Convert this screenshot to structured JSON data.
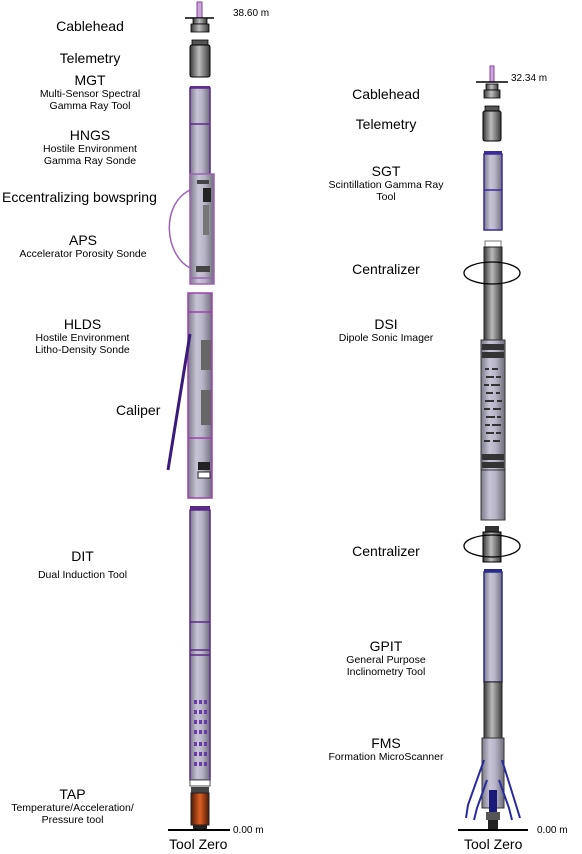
{
  "left_string": {
    "top_depth": "38.60 m",
    "bottom_depth": "0.00 m",
    "footer": "Tool Zero",
    "labels": {
      "cablehead": "Cablehead",
      "telemetry": "Telemetry",
      "mgt_title": "MGT",
      "mgt_desc_1": "Multi-Sensor Spectral",
      "mgt_desc_2": "Gamma Ray Tool",
      "hngs_title": "HNGS",
      "hngs_desc_1": "Hostile Environment",
      "hngs_desc_2": "Gamma Ray Sonde",
      "bowspring": "Eccentralizing bowspring",
      "aps_title": "APS",
      "aps_desc": "Accelerator Porosity Sonde",
      "hlds_title": "HLDS",
      "hlds_desc_1": "Hostile Environment",
      "hlds_desc_2": "Litho-Density Sonde",
      "caliper": "Caliper",
      "dit_title": "DIT",
      "dit_desc": "Dual Induction Tool",
      "tap_title": "TAP",
      "tap_desc_1": "Temperature/Acceleration/",
      "tap_desc_2": "Pressure tool"
    }
  },
  "right_string": {
    "top_depth": "32.34 m",
    "bottom_depth": "0.00 m",
    "footer": "Tool Zero",
    "labels": {
      "cablehead": "Cablehead",
      "telemetry": "Telemetry",
      "sgt_title": "SGT",
      "sgt_desc_1": "Scintillation Gamma Ray",
      "sgt_desc_2": "Tool",
      "centralizer_1": "Centralizer",
      "dsi_title": "DSI",
      "dsi_desc": "Dipole Sonic Imager",
      "centralizer_2": "Centralizer",
      "gpit_title": "GPIT",
      "gpit_desc_1": "General Purpose",
      "gpit_desc_2": "Inclinometry Tool",
      "fms_title": "FMS",
      "fms_desc": "Formation MicroScanner"
    }
  },
  "colors": {
    "tool_body": "#b6b3c6",
    "purple_outline": "#8a3fa0",
    "navy_outline": "#2a2a8a",
    "dark_gray": "#555555",
    "tap_orange": "#d4501c"
  }
}
